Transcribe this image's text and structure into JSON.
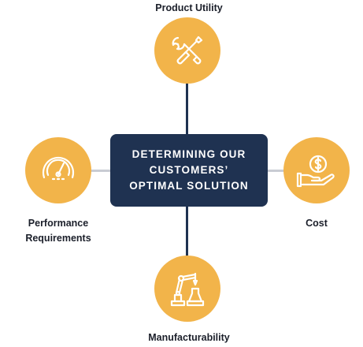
{
  "diagram": {
    "center": {
      "lines": [
        "DETERMINING OUR",
        "CUSTOMERS’",
        "OPTIMAL SOLUTION"
      ]
    },
    "nodes": {
      "top": {
        "label": "Product Utility",
        "icon": "wrench-screwdriver-icon"
      },
      "left": {
        "label_lines": [
          "Performance",
          "Requirements"
        ],
        "icon": "speedometer-gauge-icon"
      },
      "right": {
        "label": "Cost",
        "icon": "hand-dollar-coin-icon"
      },
      "bottom": {
        "label": "Manufacturability",
        "icon": "robotic-arm-icon"
      }
    },
    "colors": {
      "node_fill": "#f2b44a",
      "center_fill": "#1f3251",
      "vertical_connector": "#1f3251",
      "horizontal_connector": "#c9ccd3",
      "icon_stroke": "#ffffff"
    }
  }
}
